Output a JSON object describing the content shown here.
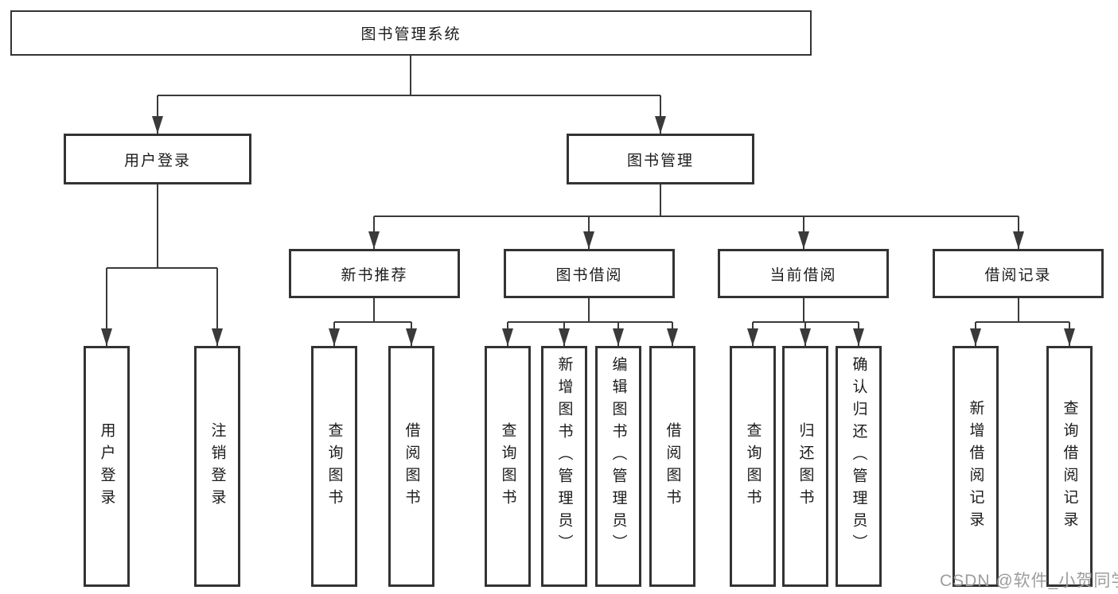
{
  "diagram": {
    "root": "图书管理系统",
    "level2": [
      "用户登录",
      "图书管理"
    ],
    "level3": [
      "新书推荐",
      "图书借阅",
      "当前借阅",
      "借阅记录"
    ],
    "leaves": {
      "login": [
        "用户登录",
        "注销登录"
      ],
      "recommend": [
        "查询图书",
        "借阅图书"
      ],
      "borrow": [
        "查询图书",
        "新增图书（管理员）",
        "编辑图书（管理员）",
        "借阅图书"
      ],
      "current": [
        "查询图书",
        "归还图书",
        "确认归还（管理员）"
      ],
      "records": [
        "新增借阅记录",
        "查询借阅记录"
      ]
    }
  },
  "watermark": "CSDN @软件_小贺同学",
  "colors": {
    "line": "#3a3a3a",
    "border": "#333333",
    "text": "#1b1b1b",
    "watermark": "#9c9c9c",
    "background": "#ffffff"
  }
}
